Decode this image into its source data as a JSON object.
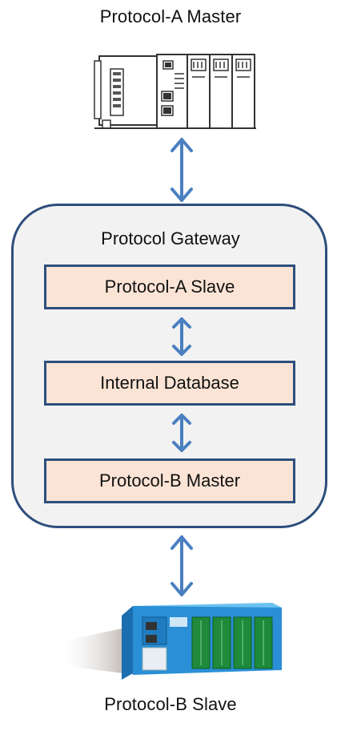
{
  "labels": {
    "top_device": "Protocol-A Master",
    "bottom_device": "Protocol-B Slave"
  },
  "gateway": {
    "title": "Protocol Gateway",
    "boxes": [
      {
        "label": "Protocol-A Slave"
      },
      {
        "label": "Internal Database"
      },
      {
        "label": "Protocol-B Master"
      }
    ]
  },
  "colors": {
    "border": "#2e4e7c",
    "arrow": "#4a7fc1",
    "box_fill": "#fbe4d5",
    "gateway_fill": "#f2f2f2",
    "device_blue": "#2a8fd6",
    "device_green": "#1e8a3a"
  }
}
